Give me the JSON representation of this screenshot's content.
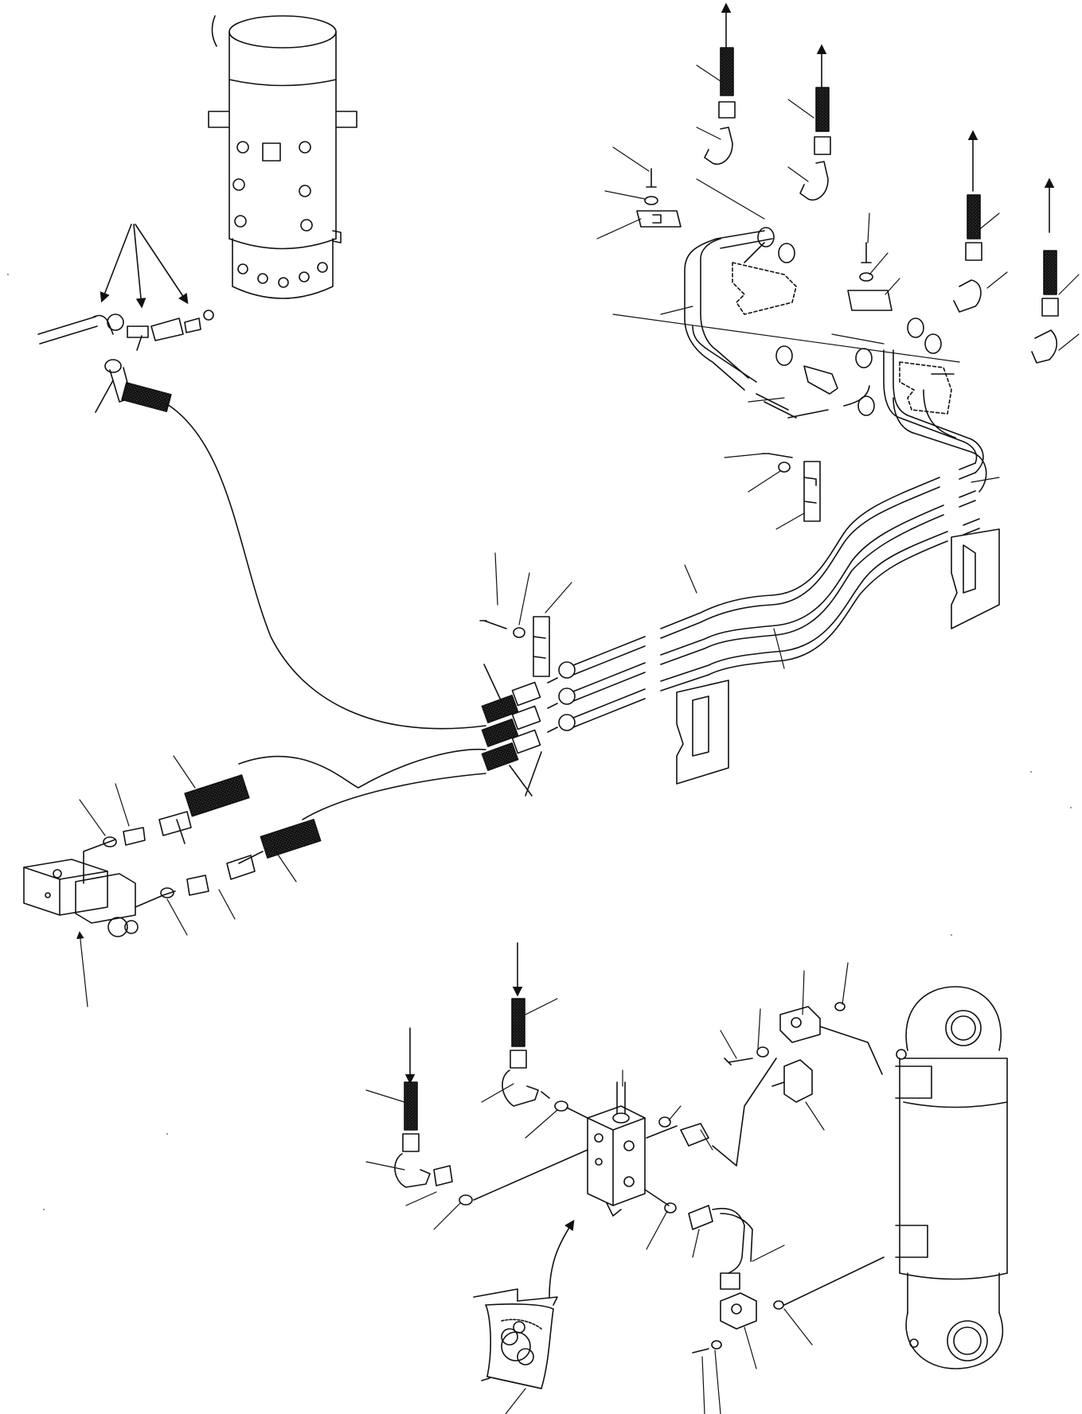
{
  "diagram": {
    "kind": "exploded hydraulic piping parts diagram",
    "text_labels": [],
    "colors": {
      "ink": "#111111",
      "paper": "#ffffff",
      "hatch": "#555555"
    },
    "components": [
      {
        "name": "swivel-joint",
        "icon": "cylinder-with-ports"
      },
      {
        "name": "solenoid-valve",
        "icon": "valve-block-with-coil"
      },
      {
        "name": "control-valve-block",
        "icon": "rectangular-valve-block"
      },
      {
        "name": "hydraulic-cylinder",
        "icon": "cylinder-with-eyes"
      },
      {
        "name": "seal-kit",
        "icon": "bag-with-rings"
      }
    ]
  }
}
